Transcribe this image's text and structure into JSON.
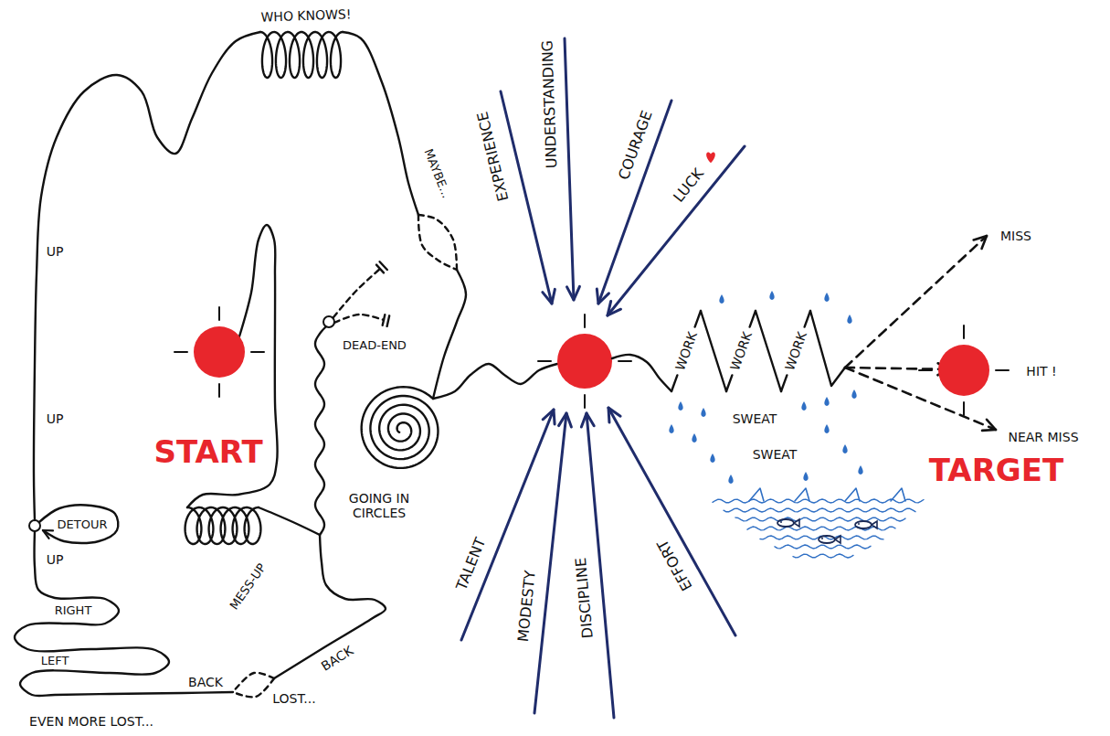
{
  "diagram": {
    "nodes": [
      {
        "text": [
          "START"
        ]
      },
      {
        "text": [
          "TARGET"
        ]
      }
    ],
    "labels": [
      "WHO KNOWS!",
      "UP",
      "UP",
      "DETOUR",
      "UP",
      "RIGHT",
      "LEFT",
      "BACK",
      "BACK",
      "LOST...",
      "EVEN MORE LOST...",
      "MESS-UP",
      "GOING IN CIRCLES",
      "DEAD-END",
      "MAYBE...",
      "EXPERIENCE",
      "UNDERSTANDING",
      "COURAGE",
      "LUCK",
      "TALENT",
      "MODESTY",
      "DISCIPLINE",
      "EFFORT",
      "WORK",
      "WORK",
      "WORK",
      "SWEAT",
      "SWEAT",
      "MISS",
      "HIT !",
      "NEAR MISS"
    ]
  }
}
